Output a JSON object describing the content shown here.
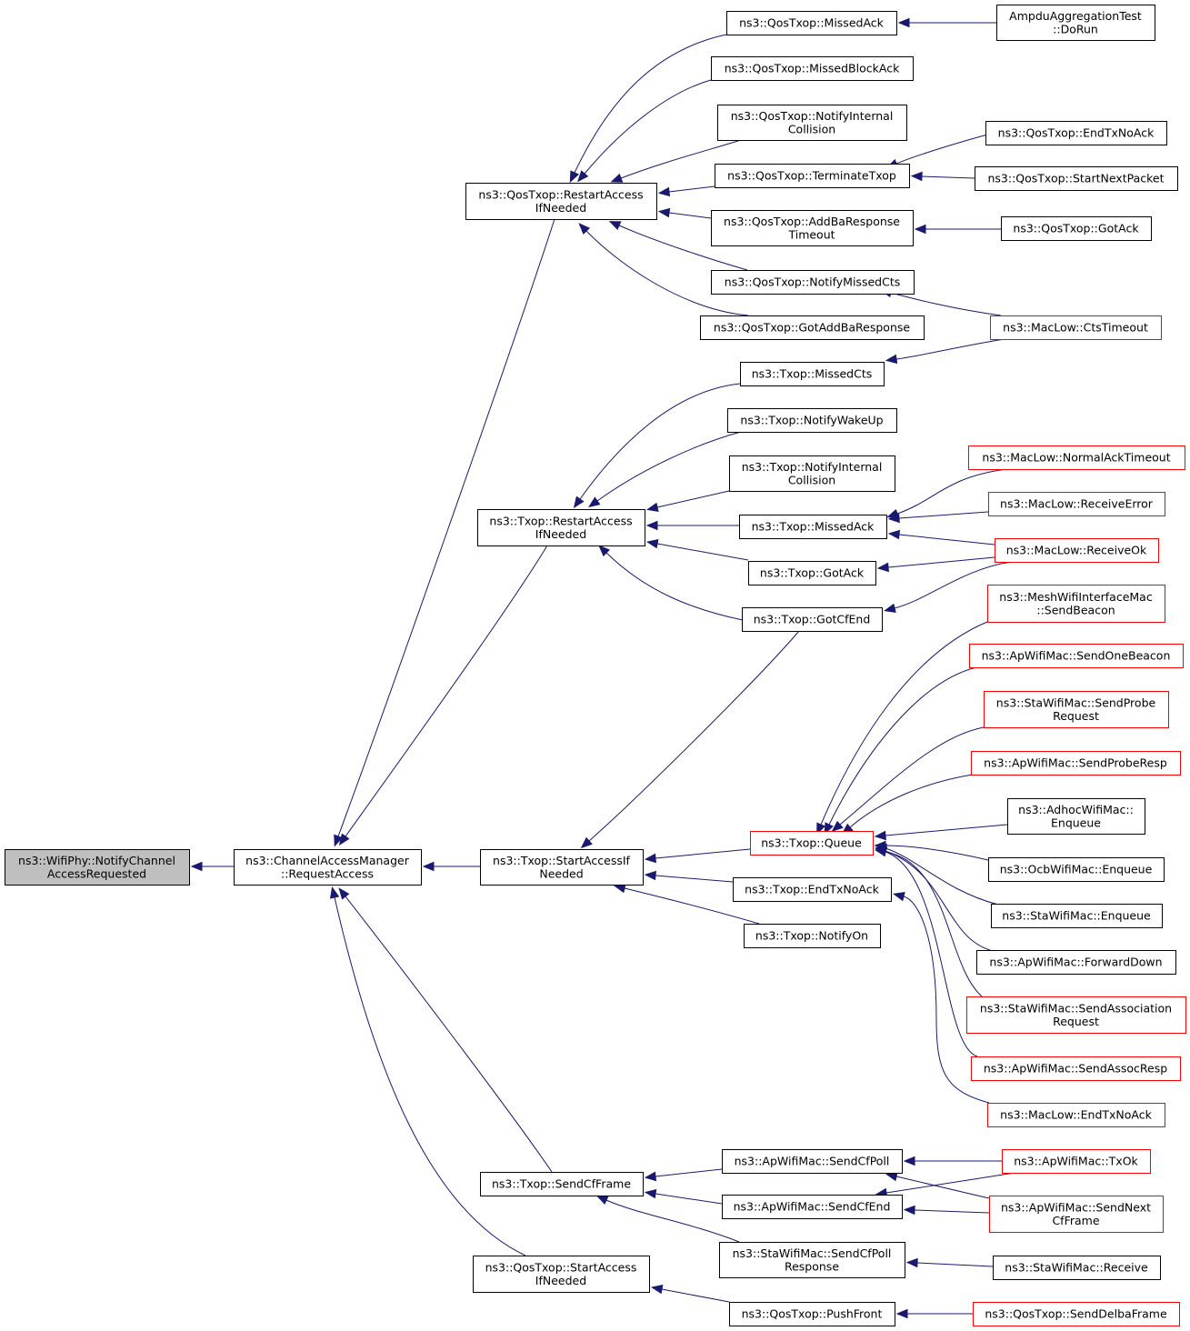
{
  "nodes": [
    {
      "id": "root",
      "kind": "root",
      "lines": [
        "ns3::WifiPhy::NotifyChannel",
        "AccessRequested"
      ]
    },
    {
      "id": "ram",
      "kind": "normal",
      "lines": [
        "ns3::ChannelAccessManager",
        "::RequestAccess"
      ]
    },
    {
      "id": "qrestart",
      "kind": "normal",
      "lines": [
        "ns3::QosTxop::RestartAccess",
        "IfNeeded"
      ]
    },
    {
      "id": "trestart",
      "kind": "normal",
      "lines": [
        "ns3::Txop::RestartAccess",
        "IfNeeded"
      ]
    },
    {
      "id": "tstart",
      "kind": "normal",
      "lines": [
        "ns3::Txop::StartAccessIf",
        "Needed"
      ]
    },
    {
      "id": "tsendcf",
      "kind": "normal",
      "lines": [
        "ns3::Txop::SendCfFrame"
      ]
    },
    {
      "id": "qstart",
      "kind": "normal",
      "lines": [
        "ns3::QosTxop::StartAccess",
        "IfNeeded"
      ]
    },
    {
      "id": "qmissack",
      "kind": "normal",
      "lines": [
        "ns3::QosTxop::MissedAck"
      ]
    },
    {
      "id": "qmissback",
      "kind": "normal",
      "lines": [
        "ns3::QosTxop::MissedBlockAck"
      ]
    },
    {
      "id": "qnotifyic",
      "kind": "normal",
      "lines": [
        "ns3::QosTxop::NotifyInternal",
        "Collision"
      ]
    },
    {
      "id": "qterm",
      "kind": "normal",
      "lines": [
        "ns3::QosTxop::TerminateTxop"
      ]
    },
    {
      "id": "qaddba",
      "kind": "normal",
      "lines": [
        "ns3::QosTxop::AddBaResponse",
        "Timeout"
      ]
    },
    {
      "id": "qnotifycts",
      "kind": "normal",
      "lines": [
        "ns3::QosTxop::NotifyMissedCts"
      ]
    },
    {
      "id": "qgotaddba",
      "kind": "normal",
      "lines": [
        "ns3::QosTxop::GotAddBaResponse"
      ]
    },
    {
      "id": "tmisscts",
      "kind": "normal",
      "lines": [
        "ns3::Txop::MissedCts"
      ]
    },
    {
      "id": "twake",
      "kind": "normal",
      "lines": [
        "ns3::Txop::NotifyWakeUp"
      ]
    },
    {
      "id": "tnotifyic",
      "kind": "normal",
      "lines": [
        "ns3::Txop::NotifyInternal",
        "Collision"
      ]
    },
    {
      "id": "tmissack",
      "kind": "normal",
      "lines": [
        "ns3::Txop::MissedAck"
      ]
    },
    {
      "id": "tgotack",
      "kind": "normal",
      "lines": [
        "ns3::Txop::GotAck"
      ]
    },
    {
      "id": "tgotcfend",
      "kind": "normal",
      "lines": [
        "ns3::Txop::GotCfEnd"
      ]
    },
    {
      "id": "tqueue",
      "kind": "red",
      "lines": [
        "ns3::Txop::Queue"
      ]
    },
    {
      "id": "tendtx",
      "kind": "normal",
      "lines": [
        "ns3::Txop::EndTxNoAck"
      ]
    },
    {
      "id": "tnotifyon",
      "kind": "normal",
      "lines": [
        "ns3::Txop::NotifyOn"
      ]
    },
    {
      "id": "apcfpoll",
      "kind": "normal",
      "lines": [
        "ns3::ApWifiMac::SendCfPoll"
      ]
    },
    {
      "id": "apcfend",
      "kind": "normal",
      "lines": [
        "ns3::ApWifiMac::SendCfEnd"
      ]
    },
    {
      "id": "stacfpoll",
      "kind": "normal",
      "lines": [
        "ns3::StaWifiMac::SendCfPoll",
        "Response"
      ]
    },
    {
      "id": "qpush",
      "kind": "normal",
      "lines": [
        "ns3::QosTxop::PushFront"
      ]
    },
    {
      "id": "ampdu",
      "kind": "normal",
      "lines": [
        "AmpduAggregationTest",
        "::DoRun"
      ]
    },
    {
      "id": "qendtx",
      "kind": "normal",
      "lines": [
        "ns3::QosTxop::EndTxNoAck"
      ]
    },
    {
      "id": "qstartnext",
      "kind": "normal",
      "lines": [
        "ns3::QosTxop::StartNextPacket"
      ]
    },
    {
      "id": "qgotack",
      "kind": "normal",
      "lines": [
        "ns3::QosTxop::GotAck"
      ]
    },
    {
      "id": "mccts",
      "kind": "red",
      "lines": [
        "ns3::MacLow::CtsTimeout"
      ]
    },
    {
      "id": "mcnormal",
      "kind": "red",
      "lines": [
        "ns3::MacLow::NormalAckTimeout"
      ]
    },
    {
      "id": "mcrecverr",
      "kind": "red",
      "lines": [
        "ns3::MacLow::ReceiveError"
      ]
    },
    {
      "id": "mcrecvok",
      "kind": "red",
      "lines": [
        "ns3::MacLow::ReceiveOk"
      ]
    },
    {
      "id": "meshbeacon",
      "kind": "red",
      "lines": [
        "ns3::MeshWifiInterfaceMac",
        "::SendBeacon"
      ]
    },
    {
      "id": "aponebeacon",
      "kind": "red",
      "lines": [
        "ns3::ApWifiMac::SendOneBeacon"
      ]
    },
    {
      "id": "staprobe",
      "kind": "red",
      "lines": [
        "ns3::StaWifiMac::SendProbe",
        "Request"
      ]
    },
    {
      "id": "approbe",
      "kind": "red",
      "lines": [
        "ns3::ApWifiMac::SendProbeResp"
      ]
    },
    {
      "id": "adhocenq",
      "kind": "normal",
      "lines": [
        "ns3::AdhocWifiMac::",
        "Enqueue"
      ]
    },
    {
      "id": "ocbenq",
      "kind": "normal",
      "lines": [
        "ns3::OcbWifiMac::Enqueue"
      ]
    },
    {
      "id": "staenq",
      "kind": "normal",
      "lines": [
        "ns3::StaWifiMac::Enqueue"
      ]
    },
    {
      "id": "apfwd",
      "kind": "normal",
      "lines": [
        "ns3::ApWifiMac::ForwardDown"
      ]
    },
    {
      "id": "staassoc",
      "kind": "red",
      "lines": [
        "ns3::StaWifiMac::SendAssociation",
        "Request"
      ]
    },
    {
      "id": "apassocresp",
      "kind": "red",
      "lines": [
        "ns3::ApWifiMac::SendAssocResp"
      ]
    },
    {
      "id": "mcendtx",
      "kind": "red",
      "lines": [
        "ns3::MacLow::EndTxNoAck"
      ]
    },
    {
      "id": "aptxok",
      "kind": "red",
      "lines": [
        "ns3::ApWifiMac::TxOk"
      ]
    },
    {
      "id": "apnextcf",
      "kind": "red",
      "lines": [
        "ns3::ApWifiMac::SendNext",
        "CfFrame"
      ]
    },
    {
      "id": "starecv",
      "kind": "normal",
      "lines": [
        "ns3::StaWifiMac::Receive"
      ]
    },
    {
      "id": "qdelba",
      "kind": "red",
      "lines": [
        "ns3::QosTxop::SendDelbaFrame"
      ]
    }
  ],
  "edges": [
    [
      "ram",
      "root"
    ],
    [
      "qrestart",
      "ram"
    ],
    [
      "trestart",
      "ram"
    ],
    [
      "tstart",
      "ram"
    ],
    [
      "tsendcf",
      "ram"
    ],
    [
      "qstart",
      "ram"
    ],
    [
      "qmissack",
      "qrestart"
    ],
    [
      "qmissback",
      "qrestart"
    ],
    [
      "qnotifyic",
      "qrestart"
    ],
    [
      "qterm",
      "qrestart"
    ],
    [
      "qaddba",
      "qrestart"
    ],
    [
      "qnotifycts",
      "qrestart"
    ],
    [
      "qgotaddba",
      "qrestart"
    ],
    [
      "tmisscts",
      "trestart"
    ],
    [
      "twake",
      "trestart"
    ],
    [
      "tnotifyic",
      "trestart"
    ],
    [
      "tmissack",
      "trestart"
    ],
    [
      "tgotack",
      "trestart"
    ],
    [
      "tgotcfend",
      "trestart"
    ],
    [
      "tgotcfend",
      "tstart"
    ],
    [
      "tqueue",
      "tstart"
    ],
    [
      "tendtx",
      "tstart"
    ],
    [
      "tnotifyon",
      "tstart"
    ],
    [
      "apcfpoll",
      "tsendcf"
    ],
    [
      "apcfend",
      "tsendcf"
    ],
    [
      "stacfpoll",
      "tsendcf"
    ],
    [
      "qpush",
      "qstart"
    ],
    [
      "ampdu",
      "qmissack"
    ],
    [
      "qendtx",
      "qterm"
    ],
    [
      "qstartnext",
      "qterm"
    ],
    [
      "qgotack",
      "qaddba"
    ],
    [
      "mccts",
      "qnotifycts"
    ],
    [
      "mccts",
      "tmisscts"
    ],
    [
      "mcnormal",
      "tmissack"
    ],
    [
      "mcrecverr",
      "tmissack"
    ],
    [
      "mcrecvok",
      "tmissack"
    ],
    [
      "mcrecvok",
      "tgotack"
    ],
    [
      "mcrecvok",
      "tgotcfend"
    ],
    [
      "meshbeacon",
      "tqueue"
    ],
    [
      "aponebeacon",
      "tqueue"
    ],
    [
      "staprobe",
      "tqueue"
    ],
    [
      "approbe",
      "tqueue"
    ],
    [
      "adhocenq",
      "tqueue"
    ],
    [
      "ocbenq",
      "tqueue"
    ],
    [
      "staenq",
      "tqueue"
    ],
    [
      "apfwd",
      "tqueue"
    ],
    [
      "staassoc",
      "tqueue"
    ],
    [
      "apassocresp",
      "tqueue"
    ],
    [
      "mcendtx",
      "tendtx"
    ],
    [
      "aptxok",
      "apcfpoll"
    ],
    [
      "apnextcf",
      "apcfpoll"
    ],
    [
      "aptxok",
      "apcfend"
    ],
    [
      "apnextcf",
      "apcfend"
    ],
    [
      "starecv",
      "stacfpoll"
    ],
    [
      "qdelba",
      "qpush"
    ]
  ]
}
